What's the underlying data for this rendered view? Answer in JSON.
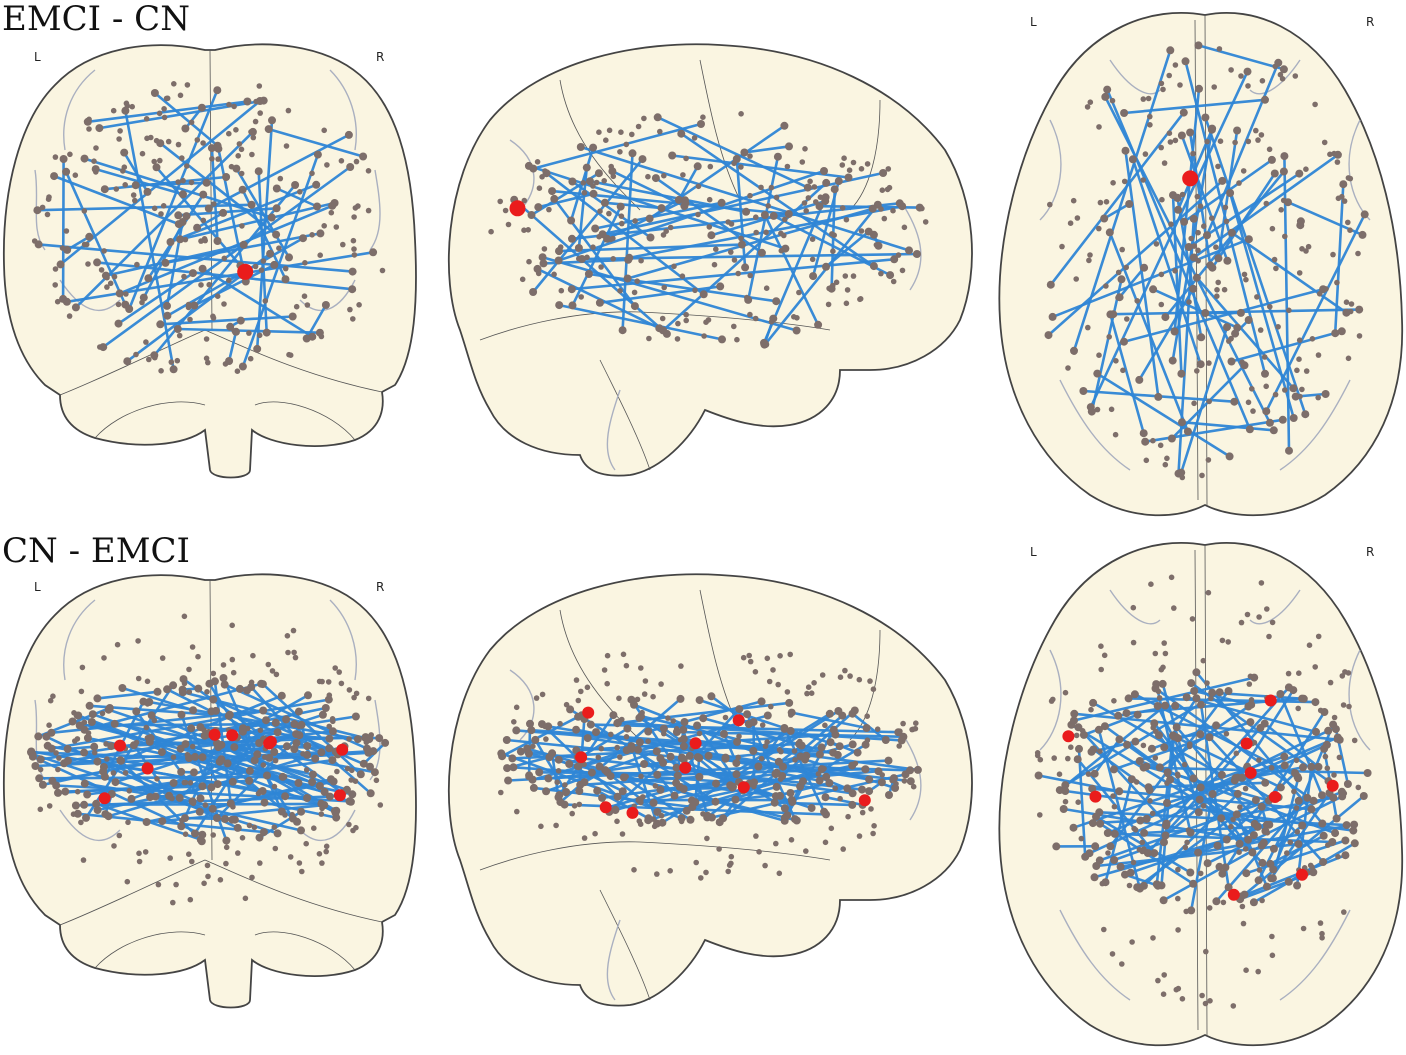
{
  "panels": [
    {
      "title": "EMCI - CN",
      "left_label": "L",
      "right_label": "R",
      "views": [
        "coronal",
        "sagittal",
        "axial"
      ],
      "edge_color": "#2f86d6",
      "node_color": "#7d6e6a",
      "hub_color": "#ea1c1c"
    },
    {
      "title": "CN - EMCI",
      "left_label": "L",
      "right_label": "R",
      "views": [
        "coronal",
        "sagittal",
        "axial"
      ],
      "edge_color": "#2f86d6",
      "node_color": "#7d6e6a",
      "hub_color": "#ea1c1c"
    }
  ],
  "brain_fill": "#faf5e1"
}
